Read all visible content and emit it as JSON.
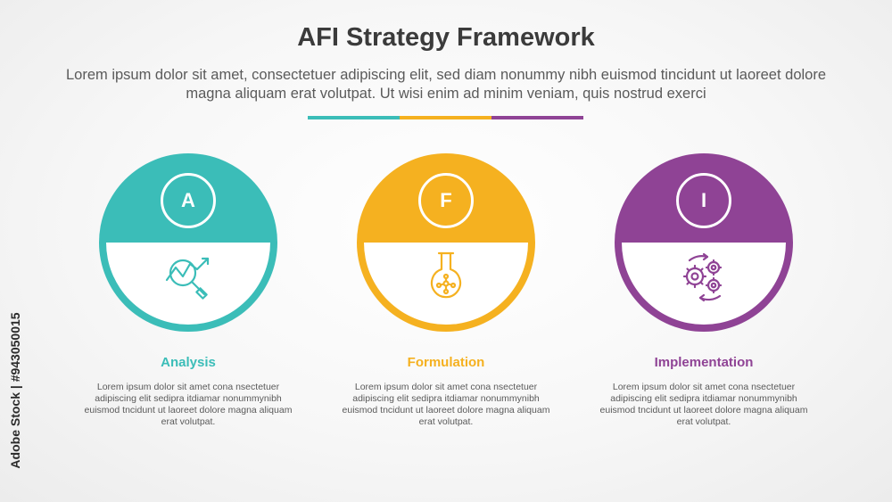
{
  "title": "AFI Strategy Framework",
  "subtitle": "Lorem ipsum dolor sit amet, consectetuer adipiscing elit, sed diam nonummy nibh euismod tincidunt ut laoreet dolore magna aliquam erat volutpat. Ut wisi enim ad minim veniam, quis nostrud exerci",
  "colors": {
    "teal": "#3bbdb8",
    "orange": "#f5b120",
    "purple": "#8f4395"
  },
  "items": [
    {
      "letter": "A",
      "title": "Analysis",
      "icon": "magnifier-chart-icon",
      "body": "Lorem ipsum dolor sit amet cona nsectetuer adipiscing elit sedipra itdiamar nonummynibh euismod tncidunt ut laoreet dolore magna aliquam erat volutpat."
    },
    {
      "letter": "F",
      "title": "Formulation",
      "icon": "flask-icon",
      "body": "Lorem ipsum dolor sit amet cona nsectetuer adipiscing elit sedipra itdiamar nonummynibh euismod tncidunt ut laoreet dolore magna aliquam erat volutpat."
    },
    {
      "letter": "I",
      "title": "Implementation",
      "icon": "gears-cycle-icon",
      "body": "Lorem ipsum dolor sit amet cona nsectetuer adipiscing elit sedipra itdiamar nonummynibh euismod tncidunt ut laoreet dolore magna aliquam erat volutpat."
    }
  ],
  "watermark": "Adobe Stock | #943050015"
}
